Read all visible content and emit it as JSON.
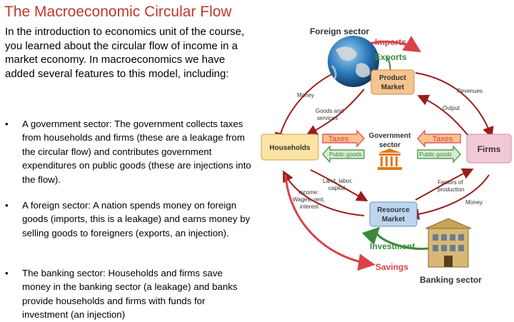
{
  "slide": {
    "title": "The Macroeconomic Circular Flow",
    "intro": "In the introduction to economics unit of the course, you learned about the circular flow of income in a market economy. In macroeconomics we have added several features to this model, including:",
    "bullet_symbol": "•",
    "bullets": [
      "A government sector: The government collects taxes from households and firms (these are a leakage from the circular flow) and contributes government expenditures on public goods (these are injections into the flow).",
      "A foreign sector: A nation spends money on foreign goods (imports, this is a leakage) and earns money by selling goods to foreigners (exports, an injection).",
      "The banking sector: Households and firms save money in the banking sector (a leakage) and banks provide households and firms with funds for investment (an injection)"
    ]
  },
  "diagram": {
    "foreign_sector": "Foreign sector",
    "imports": "Imports",
    "exports": "Exports",
    "product_market": [
      "Product",
      "Market"
    ],
    "money_top": "Money",
    "revenues": "Revenues",
    "goods_services": [
      "Goods and",
      "services"
    ],
    "output": "Output",
    "households": "Households",
    "firms": "Firms",
    "government_sector": [
      "Government",
      "sector"
    ],
    "taxes_left": "Taxes",
    "taxes_right": "Taxes",
    "public_goods_left": "Public goods",
    "public_goods_right": "Public goods",
    "land_labor": [
      "Land, labor,",
      "capital"
    ],
    "factors": [
      "Factors of",
      "production"
    ],
    "income": [
      "Income:",
      "Wages, rent,",
      "interest"
    ],
    "money_right": "Money",
    "resource_market": [
      "Resource",
      "Market"
    ],
    "investment": "Investment",
    "savings": "Savings",
    "banking_sector": "Banking sector",
    "colors": {
      "title_red": "#c0392b",
      "leak_red": "#d9424a",
      "inject_green": "#3a8a3a",
      "product_box": "#f6c48e",
      "households_box": "#fbe3a6",
      "firms_box": "#f4c9d6",
      "resource_box": "#bcd6ef",
      "flow_arrow": "#9b1c1c"
    }
  }
}
